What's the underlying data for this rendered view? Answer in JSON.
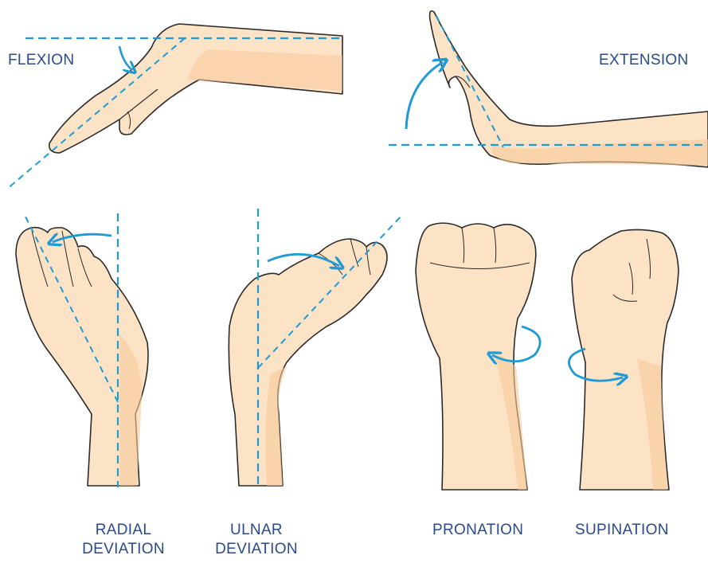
{
  "colors": {
    "skin": "#fde3c6",
    "skin_shade": "#f7c99a",
    "outline": "#2a2a2a",
    "guide_line": "#1f9ad6",
    "label": "#2b4a8c",
    "background": "#ffffff"
  },
  "labels": {
    "flexion": "FLEXION",
    "extension": "EXTENSION",
    "radial_deviation": [
      "RADIAL",
      "DEVIATION"
    ],
    "ulnar_deviation": [
      "ULNAR",
      "DEVIATION"
    ],
    "pronation": "PRONATION",
    "supination": "SUPINATION"
  },
  "icons": {
    "motion_arrow": "curved-arrow-icon",
    "rotation_arrow": "rotation-arrow-icon"
  }
}
